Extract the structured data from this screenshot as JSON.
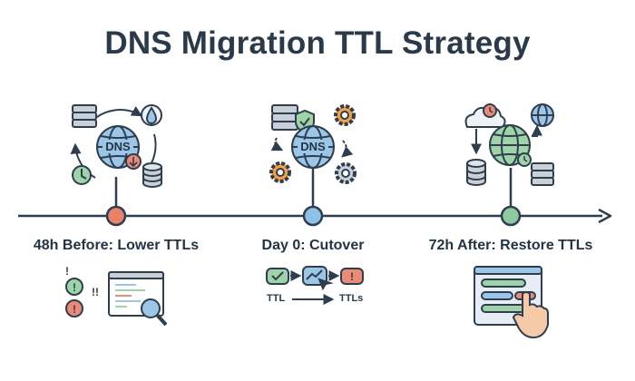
{
  "title": "DNS Migration TTL Strategy",
  "stages": [
    {
      "label": "48h Before: Lower TTLs",
      "color": "#e8826a"
    },
    {
      "label": "Day 0: Cutover",
      "color": "#8ec1e6"
    },
    {
      "label": "72h After: Restore TTLs",
      "color": "#8fc9a0"
    }
  ],
  "globe_labels": {
    "stage1": "DNS",
    "stage2": "DNS"
  },
  "cutover_flow": {
    "left_label": "TTL",
    "right_label": "TTLs"
  },
  "colors": {
    "outline": "#2f3e4f",
    "blue": "#9cc6e8",
    "green": "#9fd3a8",
    "orange": "#f0a14a",
    "red": "#ec8a78",
    "gray": "#c9d0d8"
  },
  "icons": [
    "server-icon",
    "water-drop-icon",
    "globe-icon",
    "clock-icon",
    "database-icon",
    "shield-check-icon",
    "gear-icon",
    "cloud-clock-icon",
    "network-icon",
    "alert-icon",
    "code-window-icon",
    "magnifier-icon",
    "settings-panel-icon",
    "pointer-hand-icon",
    "check-badge-icon",
    "chart-badge-icon"
  ]
}
